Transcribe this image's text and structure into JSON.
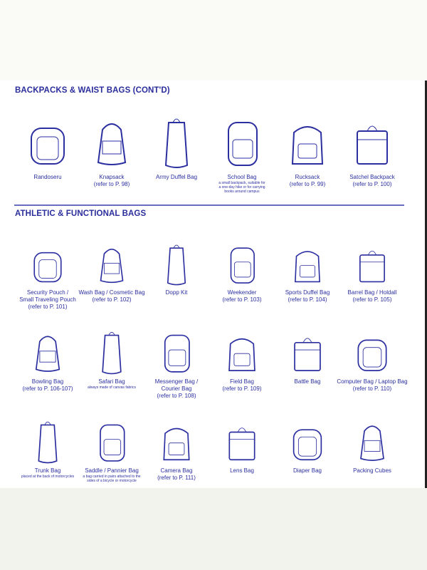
{
  "sections": [
    {
      "title": "BACKPACKS & WAIST BAGS (CONT'D)",
      "rows": [
        [
          {
            "name": "Randoseru",
            "icon": "randoseru-icon"
          },
          {
            "name": "Knapsack\n(refer to P. 98)",
            "icon": "knapsack-icon"
          },
          {
            "name": "Army Duffel Bag",
            "icon": "army-duffel-bag-icon"
          },
          {
            "name": "School Bag",
            "note": "a small backpack, suitable for\na one-day hike or for carrying\nbooks around campus",
            "icon": "school-bag-icon"
          },
          {
            "name": "Rucksack\n(refer to P. 99)",
            "icon": "rucksack-icon"
          },
          {
            "name": "Satchel Backpack\n(refer to P. 100)",
            "icon": "satchel-backpack-icon"
          }
        ]
      ]
    },
    {
      "title": "ATHLETIC & FUNCTIONAL BAGS",
      "rows": [
        [
          {
            "name": "Security Pouch /\nSmall Traveling Pouch\n(refer to P. 101)",
            "icon": "security-pouch-icon"
          },
          {
            "name": "Wash Bag / Cosmetic Bag\n(refer to P. 102)",
            "icon": "wash-bag-icon"
          },
          {
            "name": "Dopp Kit",
            "icon": "dopp-kit-icon"
          },
          {
            "name": "Weekender\n(refer to P. 103)",
            "icon": "weekender-icon"
          },
          {
            "name": "Sports Duffel Bag\n(refer to P. 104)",
            "icon": "sports-duffel-bag-icon"
          },
          {
            "name": "Barrel Bag / Holdall\n(refer to P. 105)",
            "icon": "barrel-bag-icon"
          }
        ],
        [
          {
            "name": "Bowling Bag\n(refer to P. 106-107)",
            "icon": "bowling-bag-icon"
          },
          {
            "name": "Safari Bag",
            "note": "always made of canvas fabrics",
            "icon": "safari-bag-icon"
          },
          {
            "name": "Messenger Bag /\nCourier Bag\n(refer to P. 108)",
            "icon": "messenger-bag-icon"
          },
          {
            "name": "Field Bag\n(refer to P. 109)",
            "icon": "field-bag-icon"
          },
          {
            "name": "Battle Bag",
            "icon": "battle-bag-icon"
          },
          {
            "name": "Computer Bag / Laptop Bag\n(refer to P. 110)",
            "icon": "laptop-bag-icon"
          }
        ],
        [
          {
            "name": "Trunk Bag",
            "note": "placed at the back of motorcycles",
            "icon": "trunk-bag-icon"
          },
          {
            "name": "Saddle / Pannier Bag",
            "note": "a bag carried in pairs attached to the\nsides of a bicycle or motorcycle",
            "icon": "pannier-bag-icon"
          },
          {
            "name": "Camera Bag\n(refer to P. 111)",
            "icon": "camera-bag-icon"
          },
          {
            "name": "Lens Bag",
            "icon": "lens-bag-icon"
          },
          {
            "name": "Diaper Bag",
            "icon": "diaper-bag-icon"
          },
          {
            "name": "Packing Cubes",
            "icon": "packing-cubes-icon"
          }
        ]
      ]
    }
  ],
  "colors": {
    "ink": "#2b2fa0"
  }
}
